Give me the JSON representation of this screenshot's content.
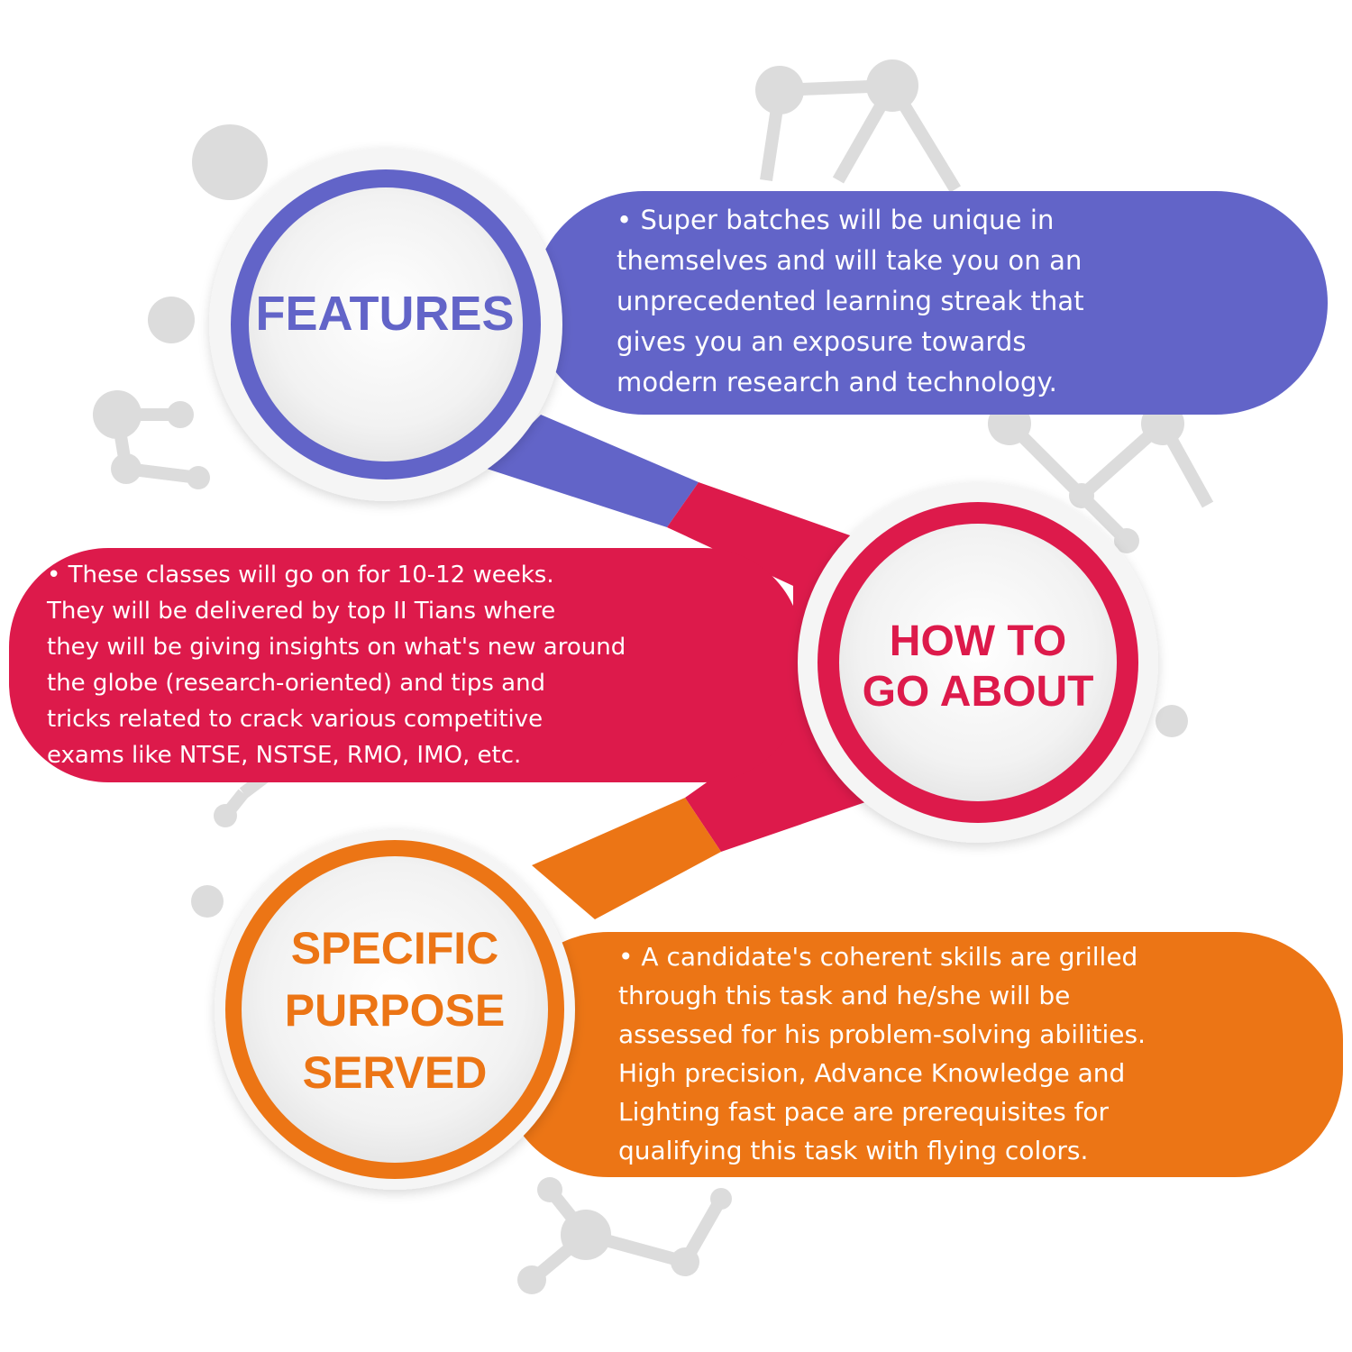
{
  "colors": {
    "features": "#6264c8",
    "how": "#dd1a4b",
    "purpose": "#ec7515",
    "molecule": "#dcdcdc",
    "circle_fill": "#f4f4f4"
  },
  "features": {
    "title": "FEATURES",
    "text": "• Super batches will be unique in\nthemselves and will take you on an\nunprecedented learning streak that\ngives you an exposure towards\nmodern research and technology."
  },
  "how_to_go_about": {
    "title": "HOW TO\nGO ABOUT",
    "text": "• These classes will go on for 10-12 weeks.\nThey will be delivered by top II Tians where\nthey will be giving insights on what's new around\nthe globe (research-oriented) and tips and\ntricks related to crack various competitive\n    exams like NTSE, NSTSE, RMO, IMO, etc."
  },
  "specific_purpose_served": {
    "title": "SPECIFIC\nPURPOSE\nSERVED",
    "text": "• A candidate's coherent skills are grilled\nthrough this task and he/she will be\nassessed for his problem-solving abilities.\nHigh precision, Advance Knowledge and\nLighting fast pace are prerequisites for\nqualifying this task with flying colors."
  }
}
